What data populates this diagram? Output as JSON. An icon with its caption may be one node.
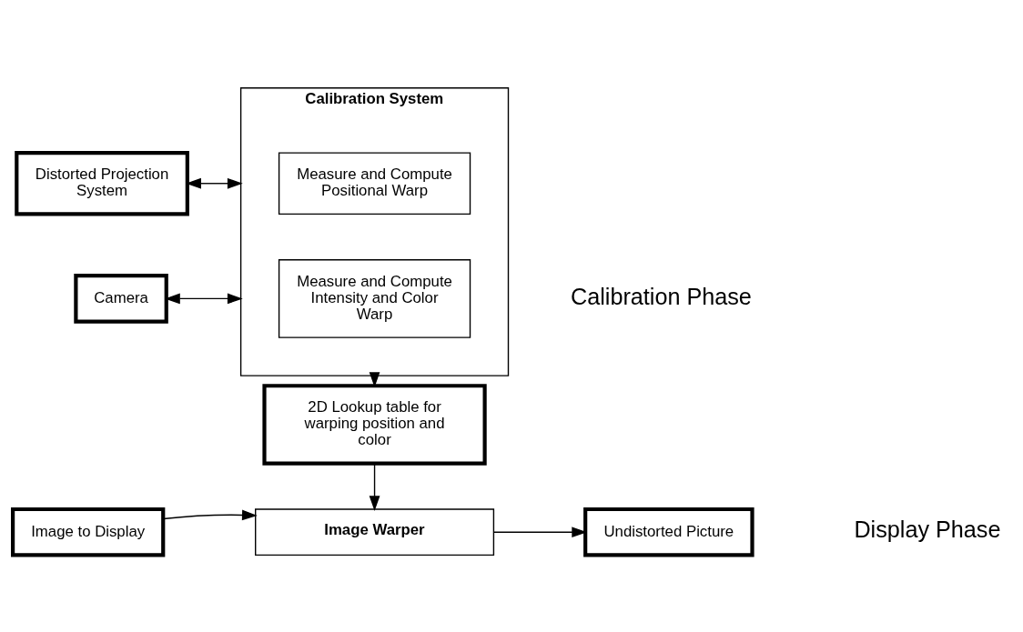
{
  "diagram": {
    "nodes": [
      {
        "text": [
          "Distorted Projection System"
        ]
      },
      {
        "text": [
          "Camera"
        ]
      },
      {
        "text": [
          "Calibration System"
        ]
      },
      {
        "text": [
          "Measure and Compute Positional Warp"
        ],
        "in": 2
      },
      {
        "text": [
          "Measure and Compute Intensity and Color Warp"
        ],
        "in": 2
      },
      {
        "text": [
          "2D Lookup table for warping position and color"
        ]
      },
      {
        "text": [
          "Image to Display"
        ]
      },
      {
        "text": [
          "Image Warper"
        ]
      },
      {
        "text": [
          "Undistorted Picture"
        ]
      }
    ],
    "edges": [
      {
        "from": 0,
        "to": 2,
        "arrow": "both"
      },
      {
        "from": 1,
        "to": 2,
        "arrow": "both"
      },
      {
        "from": 2,
        "to": 5,
        "arrow": "to"
      },
      {
        "from": 5,
        "to": 7,
        "arrow": "to"
      },
      {
        "from": 6,
        "to": 7,
        "arrow": "to"
      },
      {
        "from": 7,
        "to": 8,
        "arrow": "to"
      }
    ],
    "labels": [
      "Calibration Phase",
      "Display Phase"
    ]
  }
}
